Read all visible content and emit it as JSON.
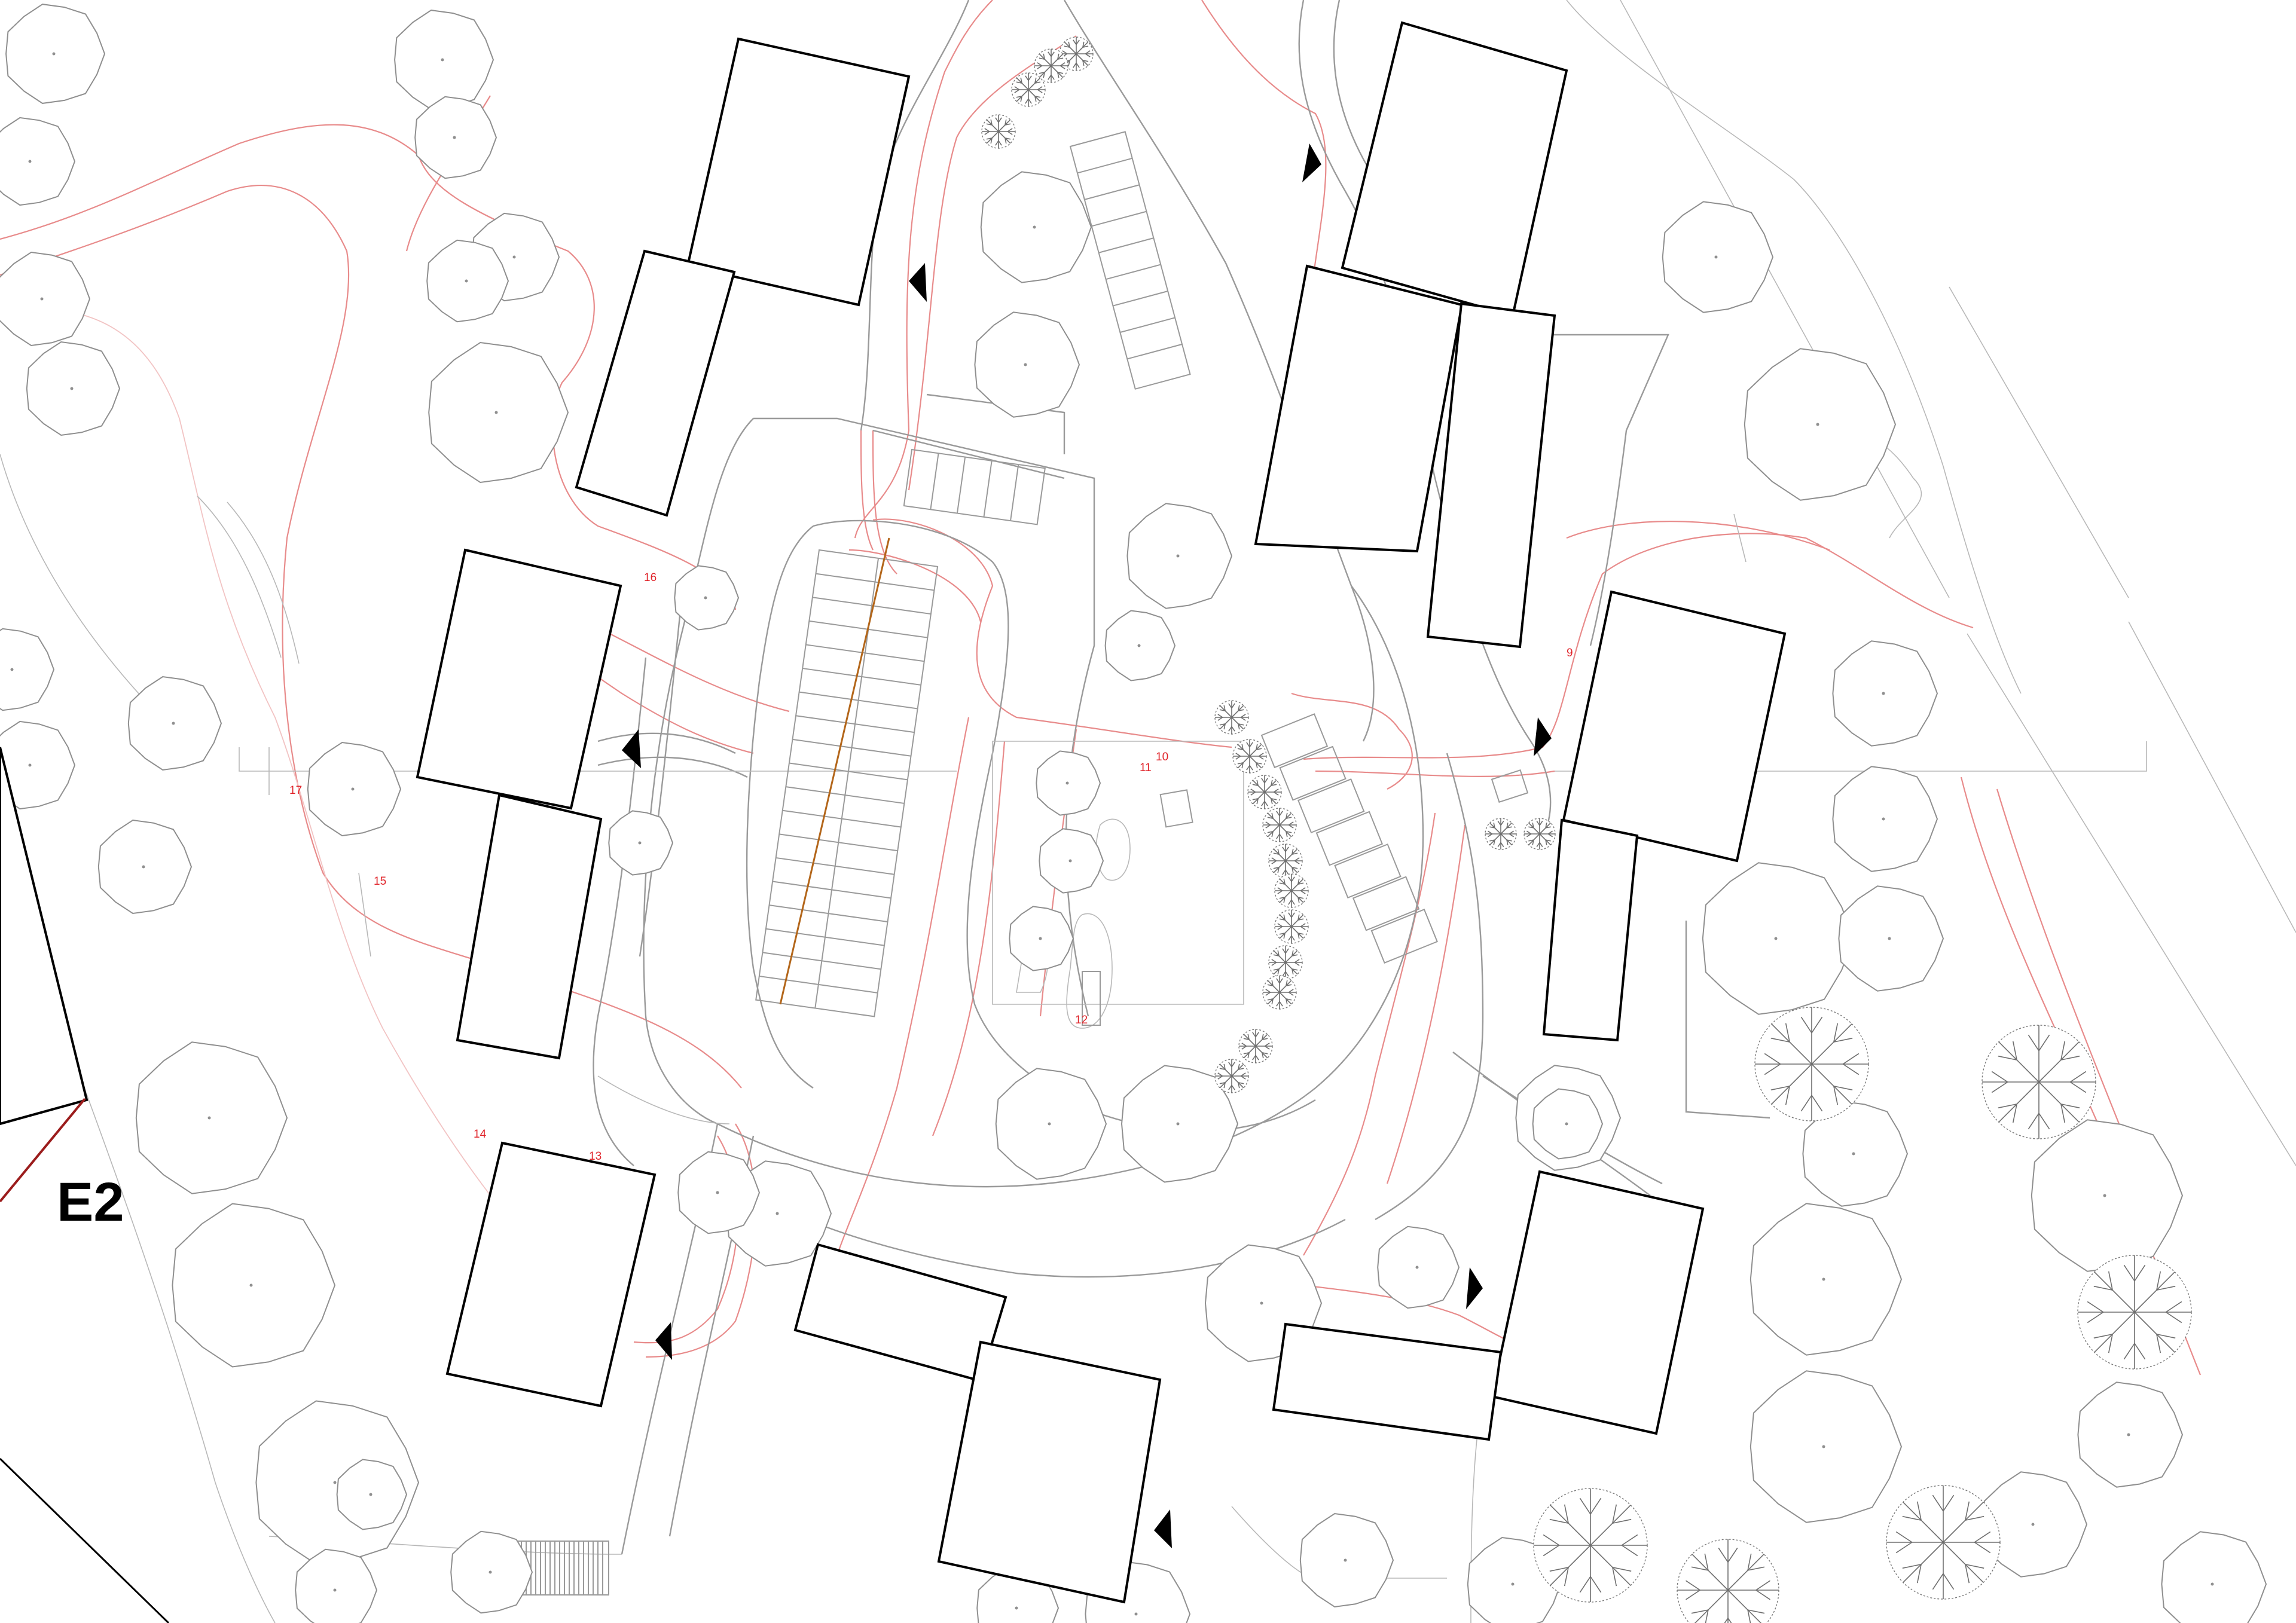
{
  "drawing": {
    "zone_label": "E2",
    "point_labels": [
      "9",
      "10",
      "11",
      "12",
      "13",
      "14",
      "15",
      "16",
      "17"
    ],
    "colors": {
      "building": "#000000",
      "road": "#9a9a9a",
      "contour": "#e88b8b",
      "label": "#e0242a",
      "tree": "#8f8f8f"
    },
    "icons": [
      "entrance-arrow-icon",
      "deciduous-tree-icon",
      "conifer-tree-icon"
    ]
  }
}
